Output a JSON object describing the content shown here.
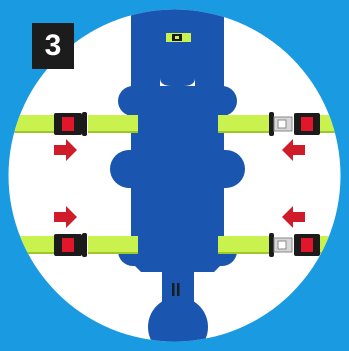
{
  "step": {
    "number": "3"
  },
  "colors": {
    "background": "#1a9ae0",
    "circle": "#ffffff",
    "carrier": "#1a55b0",
    "strap": "#c9f24f",
    "strap_edge": "#9fc62a",
    "buckle": "#1b1b1b",
    "buckle_red": "#e2162b",
    "arrow": "#d01c2a",
    "badge_bg": "#1c1c1c",
    "badge_text": "#ffffff"
  },
  "arrows": [
    {
      "side": "left",
      "row": "upper",
      "direction": "right"
    },
    {
      "side": "right",
      "row": "upper",
      "direction": "left"
    },
    {
      "side": "left",
      "row": "lower",
      "direction": "right"
    },
    {
      "side": "right",
      "row": "lower",
      "direction": "left"
    }
  ]
}
